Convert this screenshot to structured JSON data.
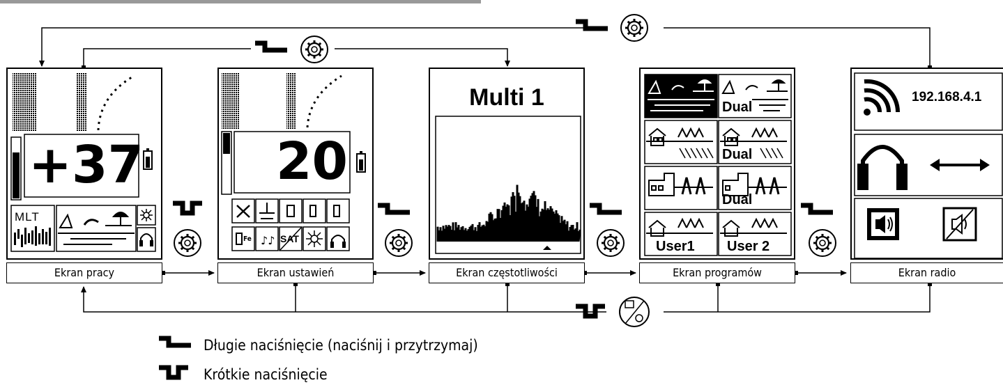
{
  "screens": [
    {
      "id": "work",
      "label": "Ekran pracy"
    },
    {
      "id": "settings",
      "label": "Ekran ustawień"
    },
    {
      "id": "frequency",
      "label": "Ekran częstotliwości"
    },
    {
      "id": "programs",
      "label": "Ekran programów"
    },
    {
      "id": "radio",
      "label": "Ekran radio"
    }
  ],
  "work_screen": {
    "value": "+37",
    "mode_code": "MLT"
  },
  "settings_screen": {
    "value": "20",
    "icon_fe": "Fe",
    "icon_sat": "SAT"
  },
  "frequency_screen": {
    "title": "Multi 1"
  },
  "programs_screen": {
    "dual_1": "Dual",
    "dual_2": "Dual",
    "dual_3": "Dual",
    "user_1": "User1",
    "user_2": "User 2"
  },
  "radio_screen": {
    "ip": "192.168.4.1"
  },
  "legend": {
    "long_press": "Długie naciśnięcie (naciśnij i przytrzymaj)",
    "short_press": "Krótkie naciśnięcie"
  },
  "icons": [
    "gear-icon",
    "long-press-icon",
    "short-press-icon",
    "pinpoint-icon",
    "wifi-icon",
    "headphones-icon",
    "speaker-icon",
    "speaker-muted-icon",
    "battery-icon"
  ]
}
